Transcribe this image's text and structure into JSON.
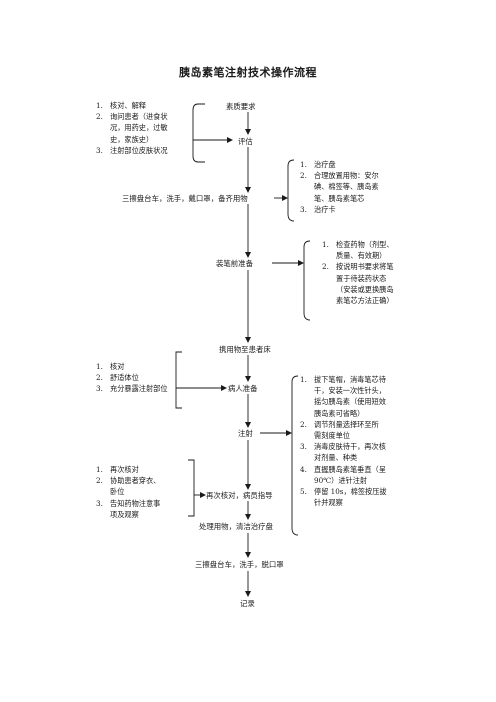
{
  "title": "胰岛素笔注射技术操作流程",
  "nodes": {
    "quality": "素质要求",
    "assess": "评估",
    "prepare": "三擦盘台车，洗手，戴口罩，备齐用物",
    "pen_prep": "装笔前准备",
    "carry": "携用物至患者床",
    "patient_prep": "病人准备",
    "inject": "注射",
    "recheck": "再次核对，病员指导",
    "dispose": "处理用物，清洁治疗盘",
    "final_clean": "三擦盘台车，洗手，脱口罩",
    "record": "记录"
  },
  "notes": {
    "assess_items": [
      {
        "num": "1.",
        "lines": [
          "核对、解释"
        ]
      },
      {
        "num": "2.",
        "lines": [
          "询问患者（进食状",
          "况，用药史，过敏",
          "史，家族史）"
        ]
      },
      {
        "num": "3.",
        "lines": [
          "注射部位皮肤状况"
        ]
      }
    ],
    "supplies_items": [
      {
        "num": "1.",
        "lines": [
          "治疗盘"
        ]
      },
      {
        "num": "2.",
        "lines": [
          "合理放置用物：安尔",
          "碘、棉签等、胰岛素",
          "笔、胰岛素笔芯"
        ]
      },
      {
        "num": "3.",
        "lines": [
          "治疗卡"
        ]
      }
    ],
    "pen_items": [
      {
        "num": "1.",
        "lines": [
          "检查药物（剂型、",
          "质量、有效期）"
        ]
      },
      {
        "num": "2.",
        "lines": [
          "按说明书要求将笔",
          "置于待装药状态",
          "（安装或更换胰岛",
          "素笔芯方法正确）"
        ]
      }
    ],
    "patient_items": [
      {
        "num": "1.",
        "lines": [
          "核对"
        ]
      },
      {
        "num": "2.",
        "lines": [
          "舒适体位"
        ]
      },
      {
        "num": "3.",
        "lines": [
          "充分暴露注射部位"
        ]
      }
    ],
    "inject_items": [
      {
        "num": "1.",
        "lines": [
          "拔下笔帽，消毒笔芯待",
          "干，安装一次性针头，",
          "摇匀胰岛素（使用短效",
          "胰岛素可省略）"
        ]
      },
      {
        "num": "2.",
        "lines": [
          "调节剂量选择环至所",
          "需刻度单位"
        ]
      },
      {
        "num": "3.",
        "lines": [
          "消毒皮肤待干，再次核",
          "对剂量、种类"
        ]
      },
      {
        "num": "4.",
        "lines": [
          "直握胰岛素笔垂直（呈",
          "90℃）进针注射"
        ]
      },
      {
        "num": "5.",
        "lines": [
          "停留 10s，棉签按压拔",
          "针并观察"
        ]
      }
    ],
    "recheck_items": [
      {
        "num": "1.",
        "lines": [
          "再次核对"
        ]
      },
      {
        "num": "2.",
        "lines": [
          "协助患者穿衣、",
          "卧位"
        ]
      },
      {
        "num": "3.",
        "lines": [
          "告知药物注意事",
          "项及观察"
        ]
      }
    ]
  }
}
